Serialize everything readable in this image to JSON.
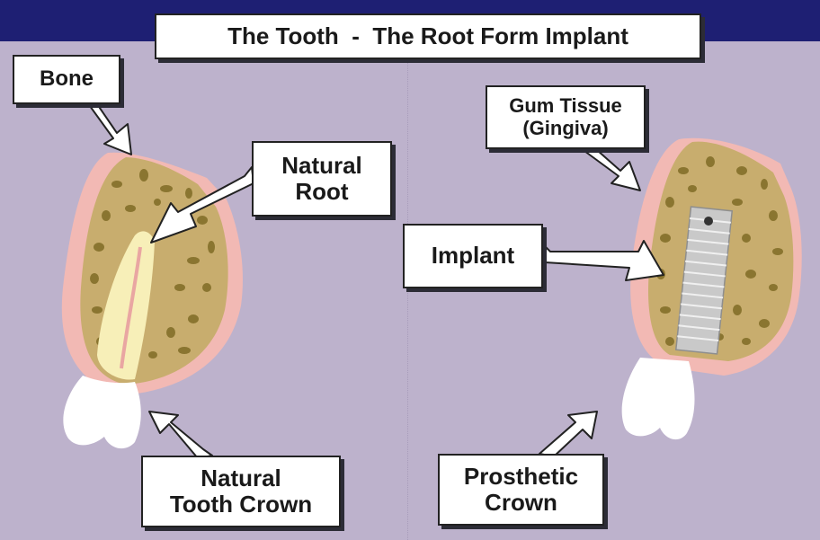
{
  "title": "The Tooth  -  The Root Form Implant",
  "labels": {
    "bone": "Bone",
    "natural_root_1": "Natural",
    "natural_root_2": "Root",
    "natural_crown_1": "Natural",
    "natural_crown_2": "Tooth Crown",
    "gum_1": "Gum Tissue",
    "gum_2": "(Gingiva)",
    "implant": "Implant",
    "prosthetic_1": "Prosthetic",
    "prosthetic_2": "Crown"
  },
  "colors": {
    "background": "#bdb2cc",
    "header_band": "#1e1f73",
    "gum": "#f2b9b4",
    "bone": "#c8ad6e",
    "bone_spots": "#8a7530",
    "root": "#f7efb8",
    "crown": "#ffffff",
    "implant": "#c9c9c9"
  }
}
